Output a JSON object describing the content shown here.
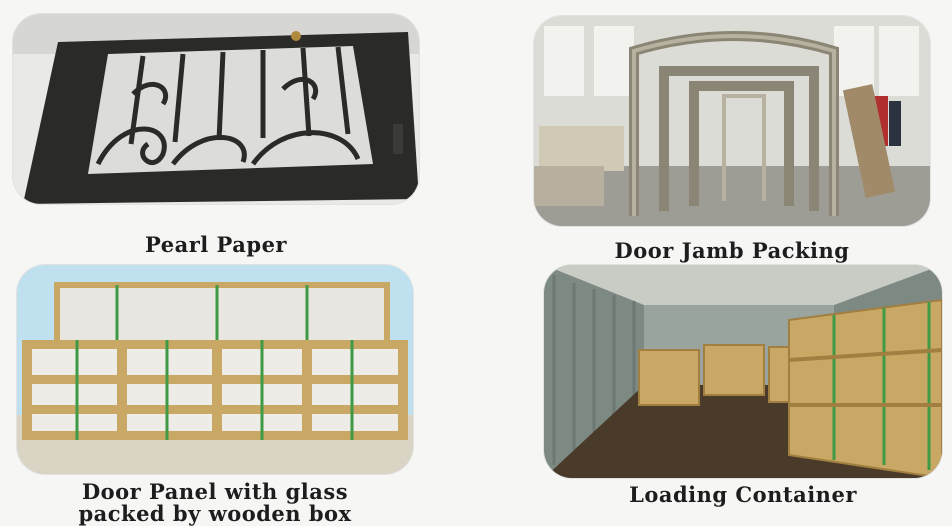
{
  "captions": {
    "pearl_paper": "Pearl Paper",
    "door_jamb": "Door Jamb Packing",
    "door_panel_line1": "Door Panel with glass",
    "door_panel_line2": "packed by wooden box",
    "loading_container": "Loading Container"
  },
  "colors": {
    "background": "#f6f6f4",
    "caption_text": "#1d1d1d",
    "crate_wood": "#c9a866",
    "iron_frame": "#2a2b29",
    "green_strap": "#3f9a45"
  }
}
